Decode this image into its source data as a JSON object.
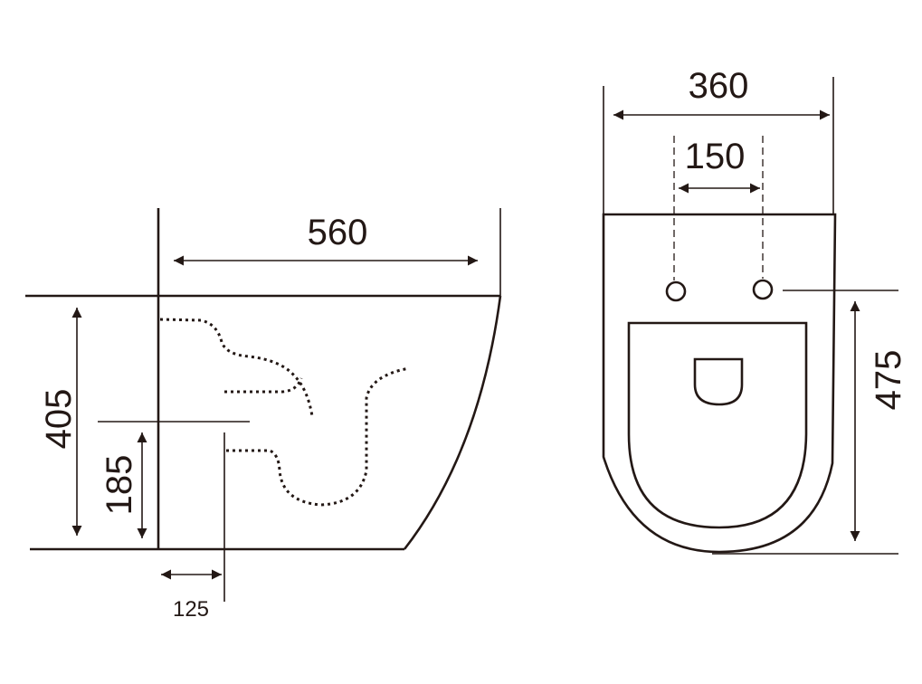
{
  "side_view": {
    "width_label": "560",
    "height_label": "405",
    "outlet_height_label": "185",
    "outlet_offset_label": "125"
  },
  "front_view": {
    "width_label": "360",
    "bolt_spacing_label": "150",
    "bolt_height_label": "475"
  },
  "colors": {
    "line": "#231815",
    "background": "#ffffff"
  }
}
